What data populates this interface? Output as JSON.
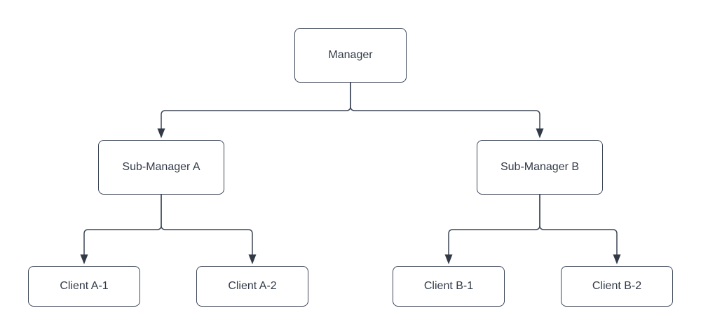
{
  "diagram": {
    "type": "org-chart",
    "colors": {
      "background": "#ffffff",
      "node_fill": "#ffffff",
      "stroke": "#3d4757",
      "text": "#333b49",
      "arrowhead": "#323a47"
    },
    "nodes": [
      {
        "id": "manager",
        "label": "Manager",
        "level": 0
      },
      {
        "id": "sub-a",
        "label": "Sub-Manager A",
        "level": 1
      },
      {
        "id": "sub-b",
        "label": "Sub-Manager B",
        "level": 1
      },
      {
        "id": "client-a1",
        "label": "Client A-1",
        "level": 2
      },
      {
        "id": "client-a2",
        "label": "Client A-2",
        "level": 2
      },
      {
        "id": "client-b1",
        "label": "Client B-1",
        "level": 2
      },
      {
        "id": "client-b2",
        "label": "Client B-2",
        "level": 2
      }
    ],
    "edges": [
      {
        "from": "manager",
        "to": "sub-a",
        "arrow": "down"
      },
      {
        "from": "manager",
        "to": "sub-b",
        "arrow": "down"
      },
      {
        "from": "sub-a",
        "to": "client-a1",
        "arrow": "down"
      },
      {
        "from": "sub-a",
        "to": "client-a2",
        "arrow": "down"
      },
      {
        "from": "sub-b",
        "to": "client-b1",
        "arrow": "down"
      },
      {
        "from": "sub-b",
        "to": "client-b2",
        "arrow": "down"
      }
    ]
  }
}
